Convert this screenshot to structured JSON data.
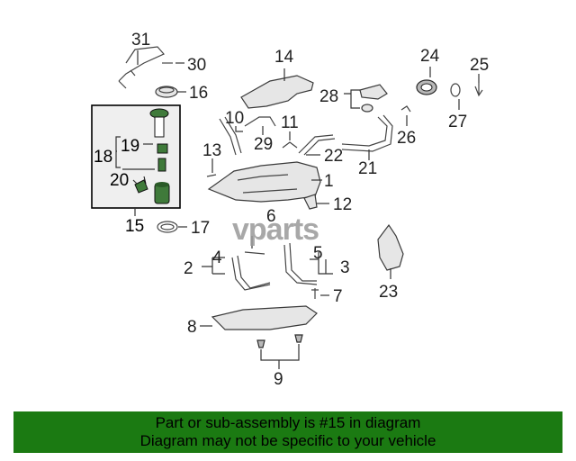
{
  "diagram": {
    "callouts": [
      "1",
      "2",
      "3",
      "4",
      "5",
      "6",
      "7",
      "8",
      "9",
      "10",
      "11",
      "12",
      "13",
      "14",
      "15",
      "16",
      "17",
      "18",
      "19",
      "20",
      "21",
      "22",
      "23",
      "24",
      "25",
      "26",
      "27",
      "28",
      "29",
      "30",
      "31"
    ],
    "highlighted_assembly": "15",
    "watermark": "vparts"
  },
  "footer": {
    "line1": "Part or sub-assembly is #15 in diagram",
    "line2": "Diagram may not be specific to your vehicle"
  },
  "colors": {
    "banner": "#1b7a12",
    "highlight_box_bg": "#efefef",
    "part_green": "#3f7a3a"
  }
}
